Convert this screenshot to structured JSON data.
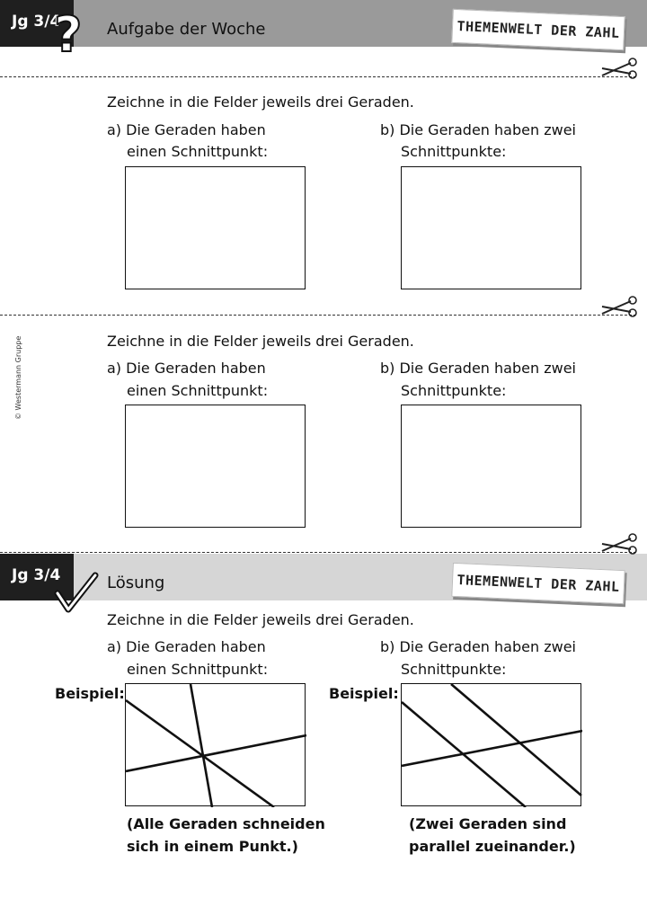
{
  "header": {
    "badge": "Jg 3/4",
    "title": "Aufgabe der Woche",
    "brand": "THEMENWELT DER ZAHL"
  },
  "solution_header": {
    "badge": "Jg 3/4",
    "title": "Lösung",
    "brand": "THEMENWELT DER ZAHL"
  },
  "copyright": "© Westermann Gruppe",
  "task1": {
    "instruction": "Zeichne in die Felder jeweils drei Geraden.",
    "a_line1": "a) Die Geraden haben",
    "a_line2": "einen Schnittpunkt:",
    "b_line1": "b) Die Geraden haben zwei",
    "b_line2": "Schnittpunkte:"
  },
  "task2": {
    "instruction": "Zeichne in die Felder jeweils drei Geraden.",
    "a_line1": "a) Die Geraden haben",
    "a_line2": "einen Schnittpunkt:",
    "b_line1": "b) Die Geraden haben zwei",
    "b_line2": "Schnittpunkte:"
  },
  "solution": {
    "instruction": "Zeichne in die Felder jeweils drei Geraden.",
    "a_line1": "a) Die Geraden haben",
    "a_line2": "einen Schnittpunkt:",
    "b_line1": "b) Die Geraden haben zwei",
    "b_line2": "Schnittpunkte:",
    "example_label_a": "Beispiel:",
    "example_label_b": "Beispiel:",
    "note_a_line1": "(Alle Geraden schneiden",
    "note_a_line2": "sich in einem Punkt.)",
    "note_b_line1": "(Zwei Geraden sind",
    "note_b_line2": "parallel zueinander.)"
  },
  "icons": [
    "question-mark-icon",
    "checkmark-icon",
    "scissors-icon"
  ]
}
